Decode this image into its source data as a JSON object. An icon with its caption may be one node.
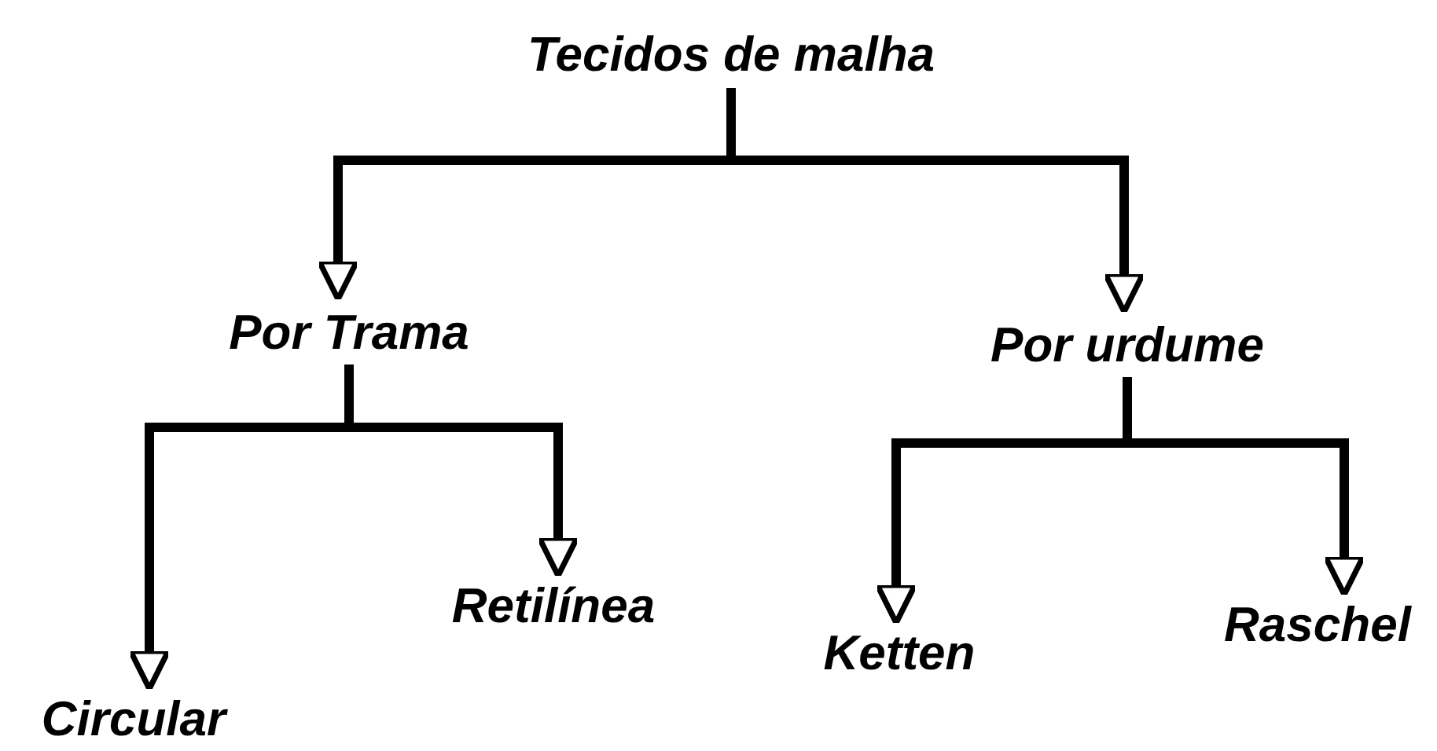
{
  "diagram": {
    "nodes": [
      {
        "text": [
          "Tecidos de malha"
        ]
      },
      {
        "text": [
          "Por Trama"
        ]
      },
      {
        "text": [
          "Por urdume"
        ]
      },
      {
        "text": [
          "Circular"
        ]
      },
      {
        "text": [
          "Retilínea"
        ]
      },
      {
        "text": [
          "Ketten"
        ]
      },
      {
        "text": [
          "Raschel"
        ]
      }
    ],
    "edges": [
      {
        "from": 0,
        "to": 1,
        "arrow": "to"
      },
      {
        "from": 0,
        "to": 2,
        "arrow": "to"
      },
      {
        "from": 1,
        "to": 3,
        "arrow": "to"
      },
      {
        "from": 1,
        "to": 4,
        "arrow": "to"
      },
      {
        "from": 2,
        "to": 5,
        "arrow": "to"
      },
      {
        "from": 2,
        "to": 6,
        "arrow": "to"
      }
    ]
  }
}
